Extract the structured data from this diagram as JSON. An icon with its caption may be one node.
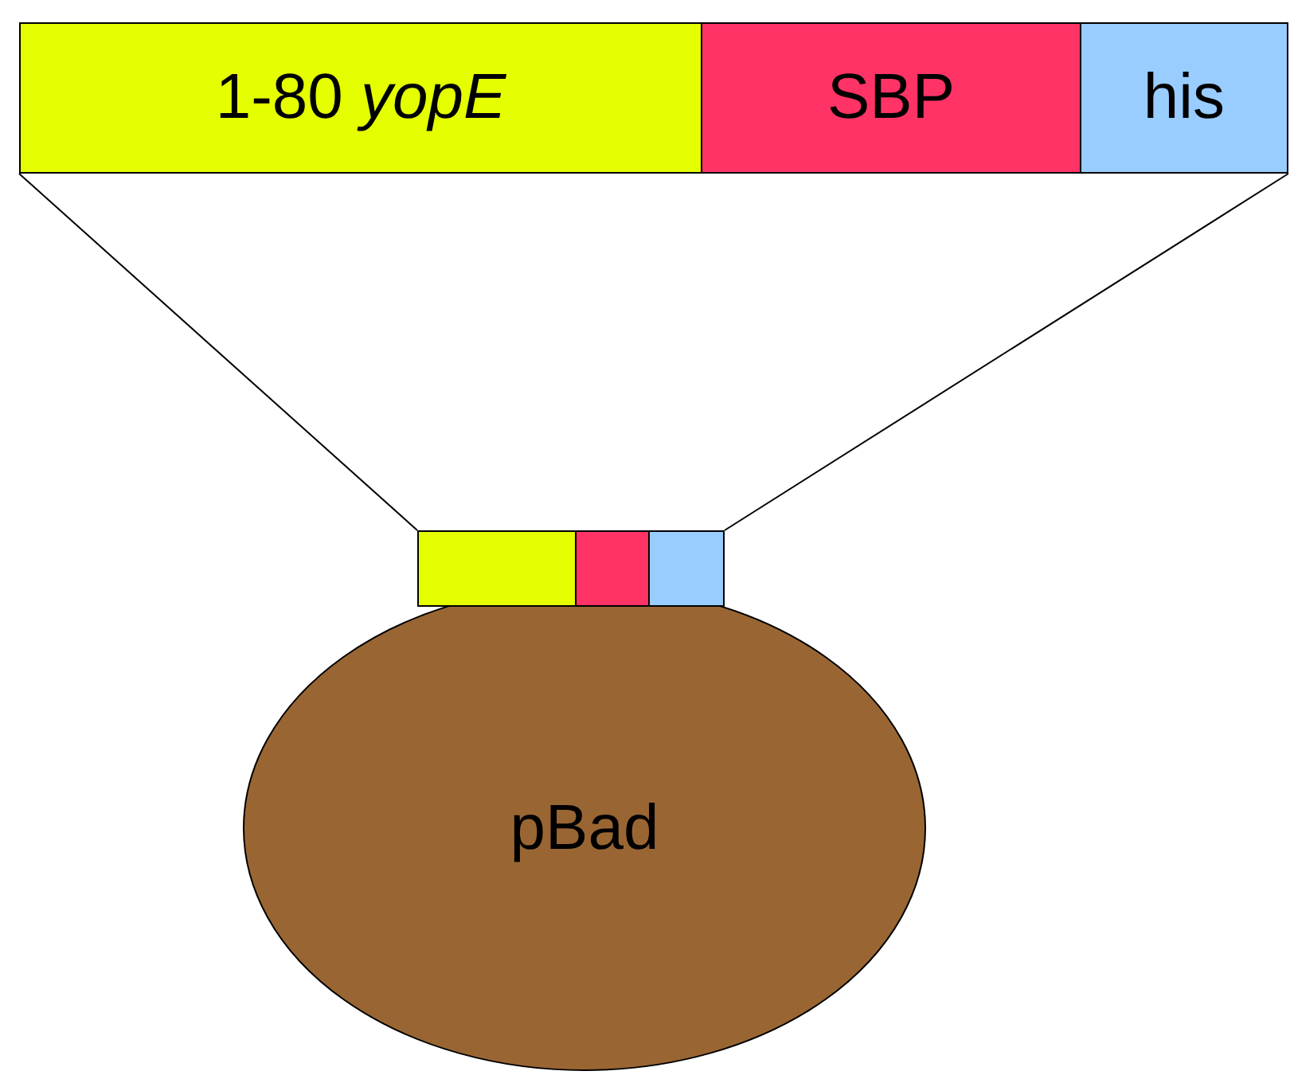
{
  "diagram": {
    "nodes": [
      {
        "text": [
          "1-80 *yopE*"
        ]
      },
      {
        "text": [
          "SBP"
        ]
      },
      {
        "text": [
          "his"
        ]
      },
      {
        "text": [],
        "shape": "box"
      },
      {
        "text": [],
        "shape": "box"
      },
      {
        "text": [],
        "shape": "box"
      },
      {
        "text": [
          "pBad"
        ]
      }
    ],
    "edges": [
      {
        "from": 0,
        "to": 3,
        "arrow": "none"
      },
      {
        "from": 2,
        "to": 5,
        "arrow": "none"
      }
    ]
  }
}
